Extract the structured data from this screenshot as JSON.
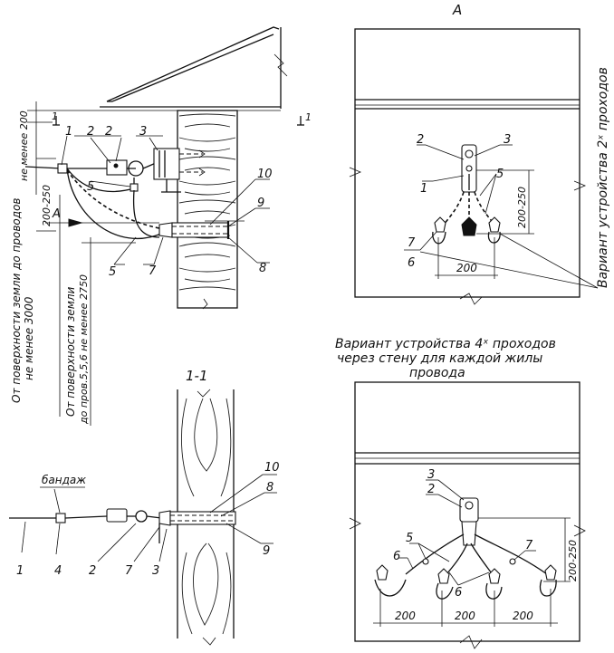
{
  "title_view_a": "А",
  "title_section": "1-1",
  "variant_2_text": "Вариант устройства 2ˣ проходов",
  "variant_4_line1": "Вариант устройства 4ˣ проходов",
  "variant_4_line2": "через стену для каждой жилы",
  "variant_4_line3": "провода",
  "arrow_label": "А",
  "section_mark": "1",
  "dim_not_less_200": "не менее 200",
  "dim_200_250": "200-250",
  "dim_200": "200",
  "ground_3000_line1": "От поверхности земли до проводов",
  "ground_3000_line2": "не менее 3000",
  "ground_2750_line1": "От поверхности земли",
  "ground_2750_line2": "до пров.5,5,6 не менее 2750",
  "bandage_label": "бандаж",
  "callouts": {
    "n1": "1",
    "n2": "2",
    "n3": "3",
    "n4": "4",
    "n5": "5",
    "n6": "6",
    "n7": "7",
    "n8": "8",
    "n9": "9",
    "n10": "10",
    "n7_6": "7",
    "n_6": "6"
  }
}
